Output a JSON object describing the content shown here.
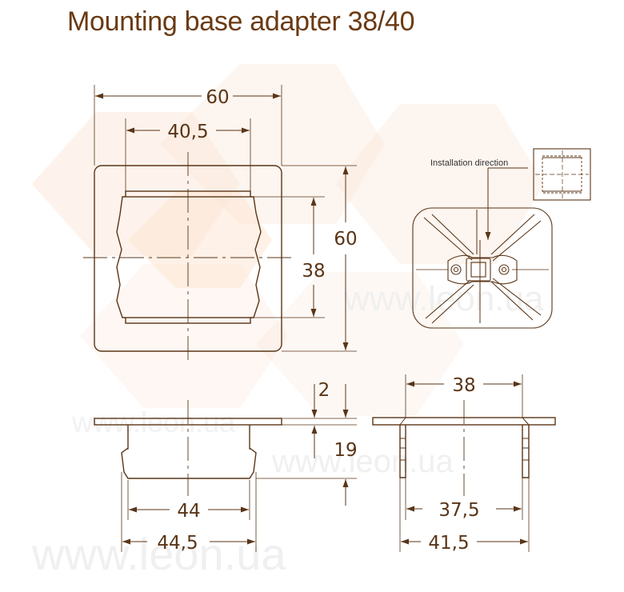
{
  "title": "Mounting base adapter 38/40",
  "watermark": "www.leon.ua",
  "colors": {
    "line": "#5a3517",
    "title": "#6b3a12",
    "watermark": "#fbe9dc",
    "watermark_text": "#e6e6e6"
  },
  "top_view": {
    "dim_width": "60",
    "dim_height": "60",
    "dim_inner_width": "40,5",
    "dim_inner_height": "38"
  },
  "front_view": {
    "dim_flange": "2",
    "dim_depth": "19",
    "dim_inner": "44",
    "dim_outer": "44,5"
  },
  "side_view": {
    "dim_top": "38",
    "dim_inner": "37,5",
    "dim_outer": "41,5"
  },
  "installation_inset": {
    "label": "Installation direction"
  }
}
